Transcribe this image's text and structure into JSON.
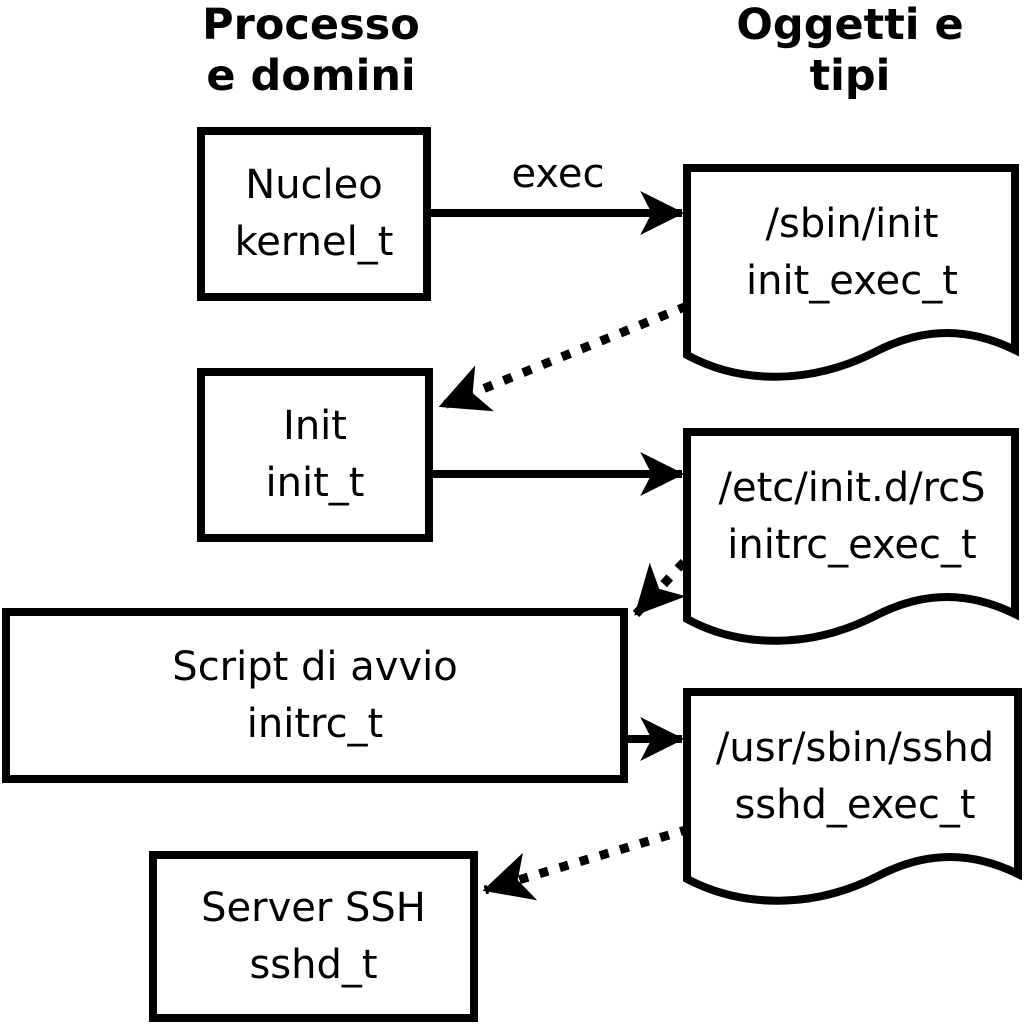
{
  "diagram": {
    "columns": {
      "processes": {
        "line1": "Processo",
        "line2": "e domini"
      },
      "objects": {
        "line1": "Oggetti e",
        "line2": "tipi"
      }
    },
    "process_boxes": [
      {
        "label": "Nucleo",
        "domain": "kernel_t"
      },
      {
        "label": "Init",
        "domain": "init_t"
      },
      {
        "label": "Script di avvio",
        "domain": "initrc_t"
      },
      {
        "label": "Server SSH",
        "domain": "sshd_t"
      }
    ],
    "object_files": [
      {
        "path": "/sbin/init",
        "type": "init_exec_t"
      },
      {
        "path": "/etc/init.d/rcS",
        "type": "initrc_exec_t"
      },
      {
        "path": "/usr/sbin/sshd",
        "type": "sshd_exec_t"
      }
    ],
    "edge_labels": {
      "exec": "exec"
    },
    "connections": [
      {
        "from": "Nucleo kernel_t",
        "to": "/sbin/init init_exec_t",
        "style": "solid",
        "label": "exec"
      },
      {
        "from": "/sbin/init init_exec_t",
        "to": "Init init_t",
        "style": "dotted",
        "label": ""
      },
      {
        "from": "Init init_t",
        "to": "/etc/init.d/rcS initrc_exec_t",
        "style": "solid",
        "label": ""
      },
      {
        "from": "/etc/init.d/rcS initrc_exec_t",
        "to": "Script di avvio initrc_t",
        "style": "dotted",
        "label": ""
      },
      {
        "from": "Script di avvio initrc_t",
        "to": "/usr/sbin/sshd sshd_exec_t",
        "style": "solid",
        "label": ""
      },
      {
        "from": "/usr/sbin/sshd sshd_exec_t",
        "to": "Server SSH sshd_t",
        "style": "dotted",
        "label": ""
      }
    ],
    "colors": {
      "foreground": "#000000",
      "background": "#ffffff"
    }
  }
}
